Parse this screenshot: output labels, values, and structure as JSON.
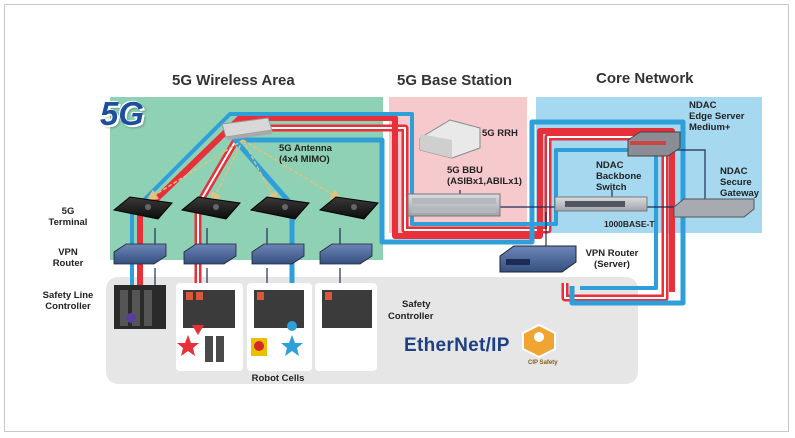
{
  "areas": {
    "wireless": "5G Wireless Area",
    "base_station": "5G Base Station",
    "core": "Core Network"
  },
  "logo": {
    "text": "5G"
  },
  "devices": {
    "rrh": "5G RRH",
    "antenna": [
      "5G Antenna",
      "(4x4 MIMO)"
    ],
    "bbu": [
      "5G BBU",
      "(ASIBx1,ABILx1)"
    ],
    "edge_server": [
      "NDAC",
      "Edge Server",
      "Medium+"
    ],
    "backbone": [
      "NDAC",
      "Backbone",
      "Switch"
    ],
    "secure_gateway": [
      "NDAC",
      "Secure",
      "Gateway"
    ],
    "switch_port": "1000BASE-T",
    "vpn_router_server": [
      "VPN Router",
      "(Server)"
    ]
  },
  "row_labels": {
    "terminal": [
      "5G",
      "Terminal"
    ],
    "vpn_router": [
      "VPN",
      "Router"
    ],
    "safety_line": [
      "Safety Line",
      "Controller"
    ]
  },
  "safety_controller": [
    "Safety",
    "Controller"
  ],
  "robot_cells": "Robot Cells",
  "ethernet_logo": "EtherNet/IP",
  "cip_safety": "CIP Safety",
  "colors": {
    "wireless_bg": "#8fd1b4",
    "base_bg": "#f6c9cd",
    "core_bg": "#a6d8f0",
    "line_red": "#e8303a",
    "line_blue": "#2e9fd8",
    "controller_bg": "#e6e6e6",
    "logo_blue": "#1d4f9c"
  }
}
